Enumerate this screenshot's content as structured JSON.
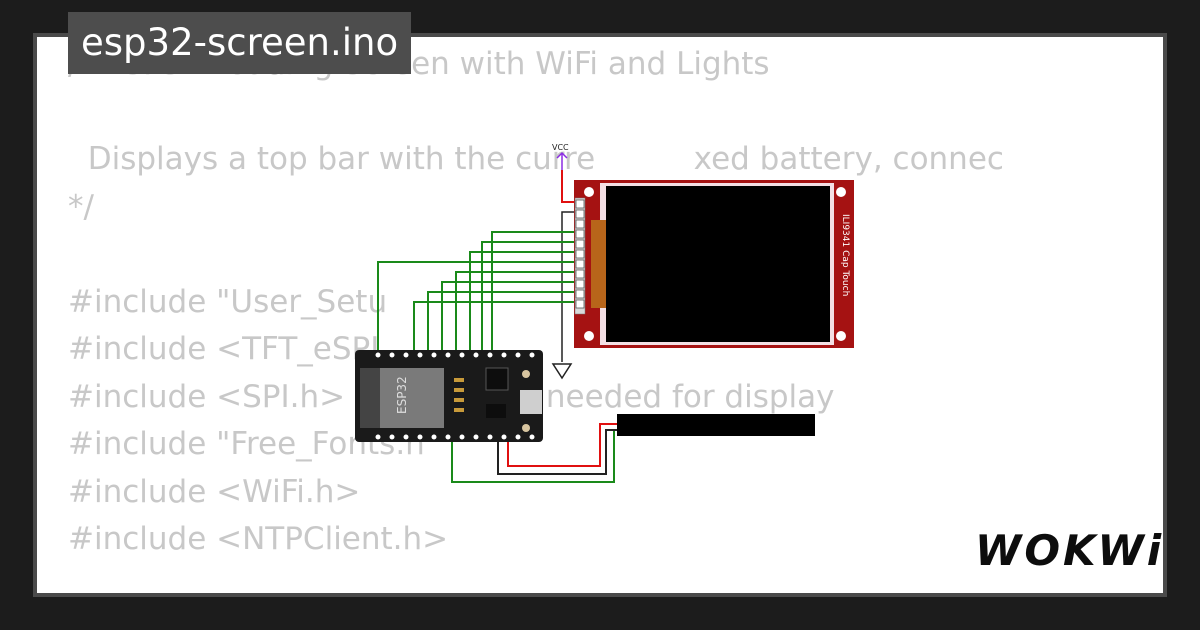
{
  "file": {
    "name": "esp32-screen.ino"
  },
  "code_lines": [
    "/* ESP32 Loading Screen with WiFi and Lights",
    "",
    "  Displays a top bar with the curre          xed battery, connec",
    "*/",
    "",
    "#include \"User_Setu",
    "#include <TFT_eSPI",
    "#include <SPI.h>       // this is needed for display",
    "#include \"Free_Fonts.h\"",
    "#include <WiFi.h>",
    "#include <NTPClient.h>"
  ],
  "diagram": {
    "vcc_label": "VCC",
    "display_label": "ILI9341 Cap Touch",
    "mcu_label": "ESP32"
  },
  "brand": {
    "logo_text": "WOKWi"
  },
  "colors": {
    "background": "#1c1c1c",
    "frame": "#4a4a4a",
    "code_text": "#c8c8c8",
    "wire_green": "#1a8a1a",
    "wire_red": "#e01010",
    "display_board": "#a51212",
    "esp32_board": "#1a1a1a"
  }
}
